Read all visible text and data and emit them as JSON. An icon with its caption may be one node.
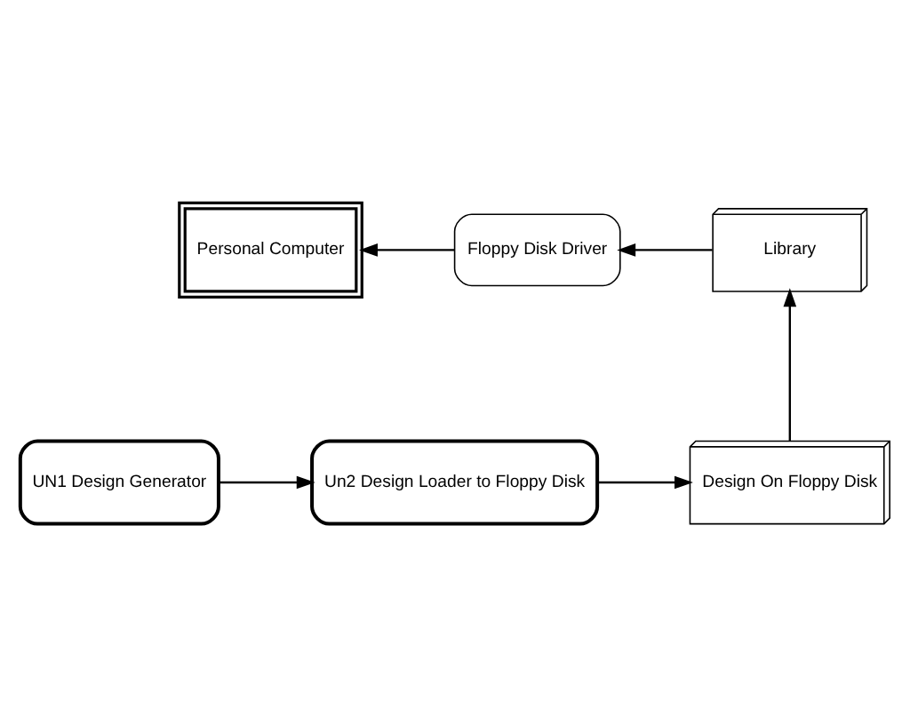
{
  "diagram": {
    "nodes": [
      {
        "text": [
          "Personal Computer"
        ]
      },
      {
        "text": [
          "Floppy Disk Driver"
        ]
      },
      {
        "text": [
          "Library"
        ]
      },
      {
        "text": [
          "UN1 Design Generator"
        ]
      },
      {
        "text": [
          "Un2 Design Loader to Floppy Disk"
        ]
      },
      {
        "text": [
          "Design On Floppy Disk"
        ]
      }
    ],
    "edges": [
      {
        "from": 3,
        "to": 4,
        "arrow": "to"
      },
      {
        "from": 4,
        "to": 5,
        "arrow": "to"
      },
      {
        "from": 5,
        "to": 2,
        "arrow": "to"
      },
      {
        "from": 2,
        "to": 1,
        "arrow": "to"
      },
      {
        "from": 1,
        "to": 0,
        "arrow": "to"
      }
    ]
  }
}
